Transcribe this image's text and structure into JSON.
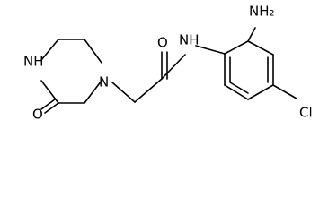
{
  "labels": {
    "nh2": "NH₂",
    "nh_amide": "NH",
    "o_amide": "O",
    "nh_ring": "NH",
    "o_ring": "O",
    "n_ring": "N",
    "cl": "Cl"
  }
}
